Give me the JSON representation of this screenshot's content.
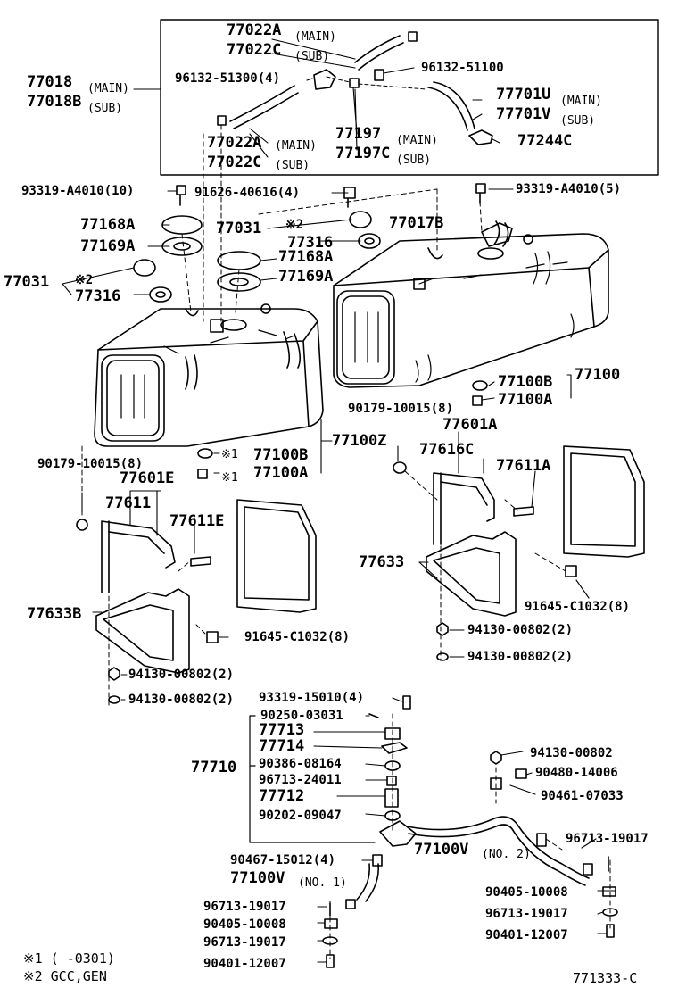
{
  "labels": [
    {
      "id": "p77022A_top",
      "text": "77022A",
      "size": "lg"
    },
    {
      "id": "p77022A_top_note",
      "text": "(MAIN)",
      "size": "sm"
    },
    {
      "id": "p77022C_top",
      "text": "77022C",
      "size": "lg"
    },
    {
      "id": "p77022C_top_note",
      "text": "(SUB)",
      "size": "sm"
    },
    {
      "id": "p77018",
      "text": "77018",
      "size": "lg"
    },
    {
      "id": "p77018_note",
      "text": "(MAIN)",
      "size": "sm"
    },
    {
      "id": "p77018B",
      "text": "77018B",
      "size": "lg"
    },
    {
      "id": "p77018B_note",
      "text": "(SUB)",
      "size": "sm"
    },
    {
      "id": "p96132_51300",
      "text": "96132-51300(4)",
      "size": "md"
    },
    {
      "id": "p96132_51100",
      "text": "96132-51100",
      "size": "md"
    },
    {
      "id": "p77701U",
      "text": "77701U",
      "size": "lg"
    },
    {
      "id": "p77701U_note",
      "text": "(MAIN)",
      "size": "sm"
    },
    {
      "id": "p77701V",
      "text": "77701V",
      "size": "lg"
    },
    {
      "id": "p77701V_note",
      "text": "(SUB)",
      "size": "sm"
    },
    {
      "id": "p77022A_mid",
      "text": "77022A",
      "size": "lg"
    },
    {
      "id": "p77022A_mid_note",
      "text": "(MAIN)",
      "size": "sm"
    },
    {
      "id": "p77022C_mid",
      "text": "77022C",
      "size": "lg"
    },
    {
      "id": "p77022C_mid_note",
      "text": "(SUB)",
      "size": "sm"
    },
    {
      "id": "p77197",
      "text": "77197",
      "size": "lg"
    },
    {
      "id": "p77197_note",
      "text": "(MAIN)",
      "size": "sm"
    },
    {
      "id": "p77197C",
      "text": "77197C",
      "size": "lg"
    },
    {
      "id": "p77197C_note",
      "text": "(SUB)",
      "size": "sm"
    },
    {
      "id": "p77244C",
      "text": "77244C",
      "size": "lg"
    },
    {
      "id": "p93319_A4010_10",
      "text": "93319-A4010(10)",
      "size": "md"
    },
    {
      "id": "p91626_40616",
      "text": "91626-40616(4)",
      "size": "md"
    },
    {
      "id": "p93319_A4010_5",
      "text": "93319-A4010(5)",
      "size": "md"
    },
    {
      "id": "p77168A_left",
      "text": "77168A",
      "size": "lg"
    },
    {
      "id": "p77169A_left",
      "text": "77169A",
      "size": "lg"
    },
    {
      "id": "p77031_mid",
      "text": "77031",
      "size": "lg"
    },
    {
      "id": "p77031_mid_note",
      "text": "※2",
      "size": "md"
    },
    {
      "id": "p77316_mid",
      "text": "77316",
      "size": "lg"
    },
    {
      "id": "p77017B",
      "text": "77017B",
      "size": "lg"
    },
    {
      "id": "p77168A_mid",
      "text": "77168A",
      "size": "lg"
    },
    {
      "id": "p77169A_mid",
      "text": "77169A",
      "size": "lg"
    },
    {
      "id": "p77031_left",
      "text": "77031",
      "size": "lg"
    },
    {
      "id": "p77031_left_note",
      "text": "※2",
      "size": "md"
    },
    {
      "id": "p77316_left",
      "text": "77316",
      "size": "lg"
    },
    {
      "id": "p77100B_r",
      "text": "77100B",
      "size": "lg"
    },
    {
      "id": "p77100_r",
      "text": "77100",
      "size": "lg"
    },
    {
      "id": "p77100A_r",
      "text": "77100A",
      "size": "lg"
    },
    {
      "id": "p90179_r",
      "text": "90179-10015(8)",
      "size": "md"
    },
    {
      "id": "p77601A",
      "text": "77601A",
      "size": "lg"
    },
    {
      "id": "p77616C",
      "text": "77616C",
      "size": "lg"
    },
    {
      "id": "p77611A",
      "text": "77611A",
      "size": "lg"
    },
    {
      "id": "p77100Z",
      "text": "77100Z",
      "size": "lg"
    },
    {
      "id": "p77100B_l",
      "text": "77100B",
      "size": "lg"
    },
    {
      "id": "p77100A_l",
      "text": "77100A",
      "size": "lg"
    },
    {
      "id": "p90179_l",
      "text": "90179-10015(8)",
      "size": "md"
    },
    {
      "id": "p77601E",
      "text": "77601E",
      "size": "lg"
    },
    {
      "id": "p_note1_a",
      "text": "※1",
      "size": "sm"
    },
    {
      "id": "p_note1_b",
      "text": "※1",
      "size": "sm"
    },
    {
      "id": "p77611",
      "text": "77611",
      "size": "lg"
    },
    {
      "id": "p77611E",
      "text": "77611E",
      "size": "lg"
    },
    {
      "id": "p77633",
      "text": "77633",
      "size": "lg"
    },
    {
      "id": "p91645_r",
      "text": "91645-C1032(8)",
      "size": "md"
    },
    {
      "id": "p77633B",
      "text": "77633B",
      "size": "lg"
    },
    {
      "id": "p94130_r1",
      "text": "94130-00802(2)",
      "size": "md"
    },
    {
      "id": "p94130_r2",
      "text": "94130-00802(2)",
      "size": "md"
    },
    {
      "id": "p91645_l",
      "text": "91645-C1032(8)",
      "size": "md"
    },
    {
      "id": "p94130_l1",
      "text": "94130-00802(2)",
      "size": "md"
    },
    {
      "id": "p94130_l2",
      "text": "94130-00802(2)",
      "size": "md"
    },
    {
      "id": "p93319_15010",
      "text": "93319-15010(4)",
      "size": "md"
    },
    {
      "id": "p90250_03031",
      "text": "90250-03031",
      "size": "md"
    },
    {
      "id": "p77713",
      "text": "77713",
      "size": "lg"
    },
    {
      "id": "p77714",
      "text": "77714",
      "size": "lg"
    },
    {
      "id": "p77710",
      "text": "77710",
      "size": "lg"
    },
    {
      "id": "p90386_08164",
      "text": "90386-08164",
      "size": "md"
    },
    {
      "id": "p96713_24011",
      "text": "96713-24011",
      "size": "md"
    },
    {
      "id": "p77712",
      "text": "77712",
      "size": "lg"
    },
    {
      "id": "p90202_09047",
      "text": "90202-09047",
      "size": "md"
    },
    {
      "id": "p94130_00802",
      "text": "94130-00802",
      "size": "md"
    },
    {
      "id": "p90480_14006",
      "text": "90480-14006",
      "size": "md"
    },
    {
      "id": "p90461_07033",
      "text": "90461-07033",
      "size": "md"
    },
    {
      "id": "p96713_19017_r1",
      "text": "96713-19017",
      "size": "md"
    },
    {
      "id": "p77100V_no2",
      "text": "77100V",
      "size": "lg"
    },
    {
      "id": "p77100V_no2_note",
      "text": "(NO. 2)",
      "size": "sm"
    },
    {
      "id": "p90467_15012",
      "text": "90467-15012(4)",
      "size": "md"
    },
    {
      "id": "p77100V_no1",
      "text": "77100V",
      "size": "lg"
    },
    {
      "id": "p77100V_no1_note",
      "text": "(NO. 1)",
      "size": "sm"
    },
    {
      "id": "p90405_10008_r",
      "text": "90405-10008",
      "size": "md"
    },
    {
      "id": "p96713_19017_r2",
      "text": "96713-19017",
      "size": "md"
    },
    {
      "id": "p90401_12007_r",
      "text": "90401-12007",
      "size": "md"
    },
    {
      "id": "p96713_19017_l1",
      "text": "96713-19017",
      "size": "md"
    },
    {
      "id": "p90405_10008_l",
      "text": "90405-10008",
      "size": "md"
    },
    {
      "id": "p96713_19017_l2",
      "text": "96713-19017",
      "size": "md"
    },
    {
      "id": "p90401_12007_l",
      "text": "90401-12007",
      "size": "md"
    }
  ],
  "footnotes": {
    "note1": "※1 (     -0301)",
    "note2": "※2 GCC,GEN",
    "diagram_id": "771333-C"
  }
}
